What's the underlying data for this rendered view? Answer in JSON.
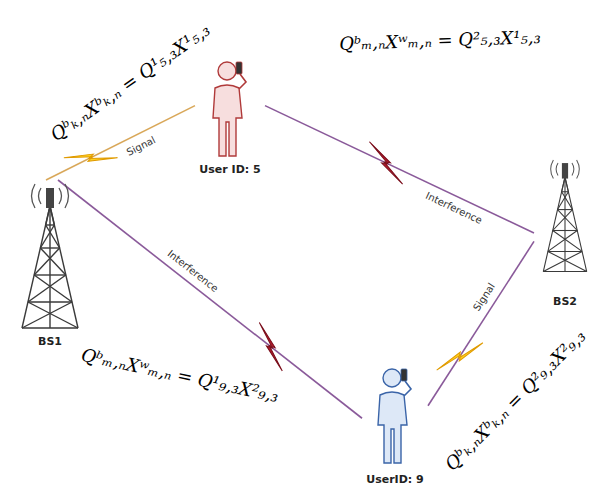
{
  "diagram": {
    "nodes": [
      {
        "text": [
          "User ID: 5"
        ]
      },
      {
        "text": [
          "BS1"
        ]
      },
      {
        "text": [
          "BS2"
        ]
      },
      {
        "text": [
          "UserID: 9"
        ]
      }
    ],
    "edges": [
      {
        "from": 1,
        "to": 0,
        "arrow": "none",
        "label": "Signal"
      },
      {
        "from": 0,
        "to": 2,
        "arrow": "none",
        "label": "Interference"
      },
      {
        "from": 1,
        "to": 3,
        "arrow": "none",
        "label": "Interference"
      },
      {
        "from": 3,
        "to": 2,
        "arrow": "none",
        "label": "Signal"
      }
    ],
    "labels": [
      "Qᵇₖ,ₙXᵇₖ,ₙ = Q¹₅,₃X¹₅,₃",
      "Qᵇₘ,ₙXʷₘ,ₙ = Q²₅,₃X¹₅,₃",
      "Qᵇₘ,ₙXʷₘ,ₙ = Q¹₉,₃X²₉,₃",
      "Qᵇₖ,ₙXᵇₖ,ₙ = Q²₉,₃X²₉,₃"
    ]
  }
}
